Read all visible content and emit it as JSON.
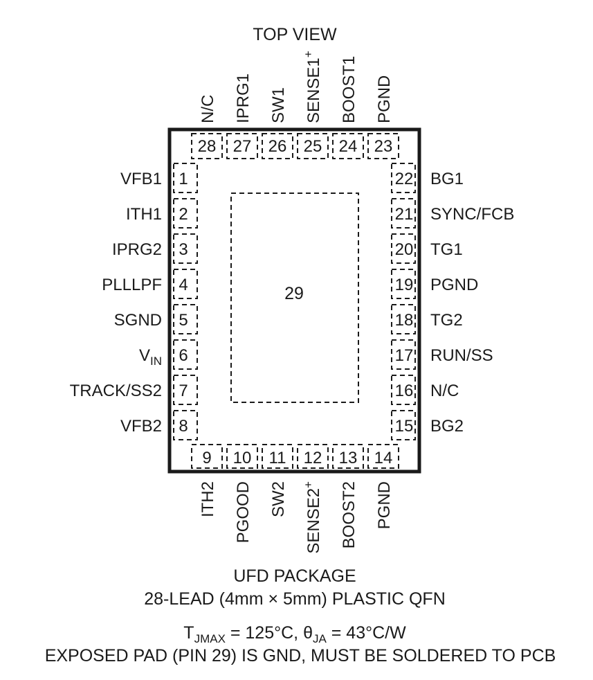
{
  "title": "TOP VIEW",
  "exposed_pad": {
    "number": "29"
  },
  "pins": {
    "left": [
      {
        "num": "1",
        "name": "VFB1"
      },
      {
        "num": "2",
        "name": "ITH1"
      },
      {
        "num": "3",
        "name": "IPRG2"
      },
      {
        "num": "4",
        "name": "PLLLPF"
      },
      {
        "num": "5",
        "name": "SGND"
      },
      {
        "num": "6",
        "name": "V",
        "sub": "IN"
      },
      {
        "num": "7",
        "name": "TRACK/SS2"
      },
      {
        "num": "8",
        "name": "VFB2"
      }
    ],
    "right": [
      {
        "num": "22",
        "name": "BG1"
      },
      {
        "num": "21",
        "name": "SYNC/FCB"
      },
      {
        "num": "20",
        "name": "TG1"
      },
      {
        "num": "19",
        "name": "PGND"
      },
      {
        "num": "18",
        "name": "TG2"
      },
      {
        "num": "17",
        "name": "RUN/SS"
      },
      {
        "num": "16",
        "name": "N/C"
      },
      {
        "num": "15",
        "name": "BG2"
      }
    ],
    "top": [
      {
        "num": "28",
        "name": "N/C"
      },
      {
        "num": "27",
        "name": "IPRG1"
      },
      {
        "num": "26",
        "name": "SW1"
      },
      {
        "num": "25",
        "name": "SENSE1",
        "sup": "+"
      },
      {
        "num": "24",
        "name": "BOOST1"
      },
      {
        "num": "23",
        "name": "PGND"
      }
    ],
    "bottom": [
      {
        "num": "9",
        "name": "ITH2"
      },
      {
        "num": "10",
        "name": "PGOOD"
      },
      {
        "num": "11",
        "name": "SW2"
      },
      {
        "num": "12",
        "name": "SENSE2",
        "sup": "+"
      },
      {
        "num": "13",
        "name": "BOOST2"
      },
      {
        "num": "14",
        "name": "PGND"
      }
    ]
  },
  "footer": {
    "package_line1": "UFD PACKAGE",
    "package_line2": "28-LEAD (4mm × 5mm) PLASTIC QFN",
    "thermal": {
      "t_sym": "T",
      "t_sub": "JMAX",
      "t_val": " = 125°C, ",
      "theta_sym": "θ",
      "theta_sub": "JA",
      "theta_val": " = 43°C/W"
    },
    "note": "EXPOSED PAD (PIN 29) IS GND, MUST BE SOLDERED TO PCB"
  }
}
